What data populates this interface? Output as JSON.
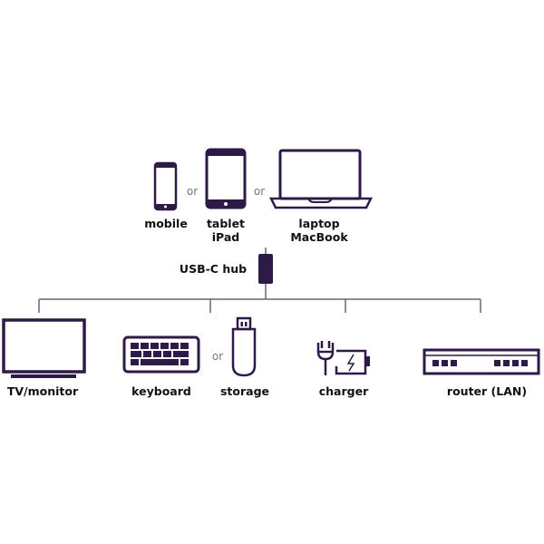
{
  "colors": {
    "accent": "#2e1a47",
    "line": "#6b6478"
  },
  "sources": {
    "mobile": "mobile",
    "tablet": [
      "tablet",
      "iPad"
    ],
    "laptop": [
      "laptop",
      "MacBook"
    ],
    "or": "or"
  },
  "hub": {
    "label": "USB-C hub"
  },
  "outputs": {
    "tv": "TV/monitor",
    "keyboard": "keyboard",
    "storage": "storage",
    "charger": "charger",
    "router": "router (LAN)",
    "or": "or"
  }
}
